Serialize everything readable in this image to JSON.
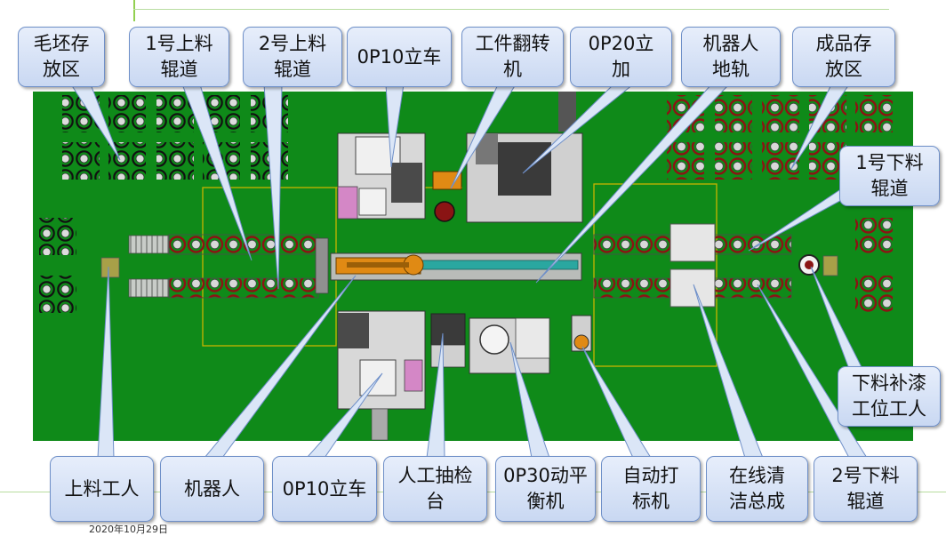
{
  "colors": {
    "floor": "#0f8a19",
    "callout_fill": "#d5e2f6",
    "callout_border": "#6e8fc8",
    "accent_line": "#92d050",
    "machine": "#8a8a8a",
    "roller_red": "#b01b1b",
    "robot_orange": "#e08a14",
    "rail_teal": "#2aa7a0"
  },
  "callouts": {
    "blank_storage": "毛坯存\n放区",
    "roller1_in": "1号上料\n辊道",
    "roller2_in": "2号上料\n辊道",
    "op10_top": "0P10立车",
    "flipper": "工件翻转\n机",
    "op20": "0P20立\n加",
    "robot_track": "机器人\n地轨",
    "finished_storage": "成品存\n放区",
    "roller1_out": "1号下料\n辊道",
    "touchup_worker": "下料补漆\n工位工人",
    "loading_worker": "上料工人",
    "robot": "机器人",
    "op10_bottom": "0P10立车",
    "inspection": "人工抽检\n台",
    "op30": "0P30动平\n衡机",
    "marking": "自动打\n标机",
    "cleaning": "在线清\n洁总成",
    "roller2_out": "2号下料\n辊道"
  },
  "footer": {
    "date": "2020年10月29日"
  }
}
